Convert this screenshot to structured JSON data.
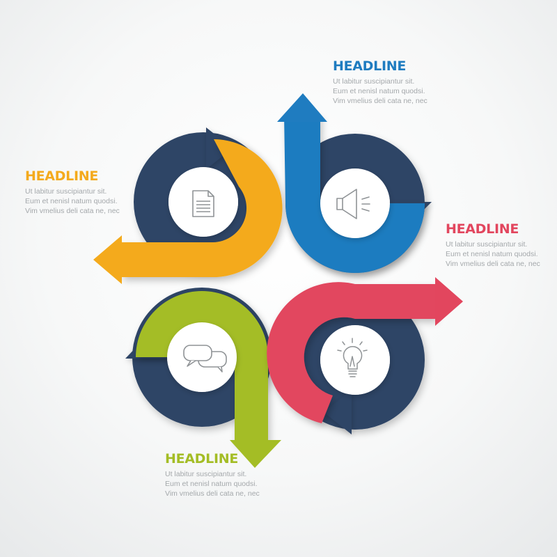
{
  "colors": {
    "navy": "#2e4466",
    "blue": "#1f7cc0",
    "orange": "#f4aa1c",
    "red": "#e2465e",
    "green": "#a4bd25",
    "text_gray": "#a4a8ab",
    "icon_gray": "#8f9396"
  },
  "blocks": {
    "top": {
      "headline": "HEADLINE",
      "lines": [
        "Ut labitur suscipiantur sit.",
        "Eum et nenisl natum quodsi.",
        "Vim vmelius deli cata ne, nec"
      ],
      "icon": "speaker-icon"
    },
    "left": {
      "headline": "HEADLINE",
      "lines": [
        "Ut labitur suscipiantur sit.",
        "Eum et nenisl natum quodsi.",
        "Vim vmelius deli cata ne, nec"
      ],
      "icon": "document-icon"
    },
    "right": {
      "headline": "HEADLINE",
      "lines": [
        "Ut labitur suscipiantur sit.",
        "Eum et nenisl natum quodsi.",
        "Vim vmelius deli cata ne, nec"
      ],
      "icon": "lightbulb-icon"
    },
    "bottom": {
      "headline": "HEADLINE",
      "lines": [
        "Ut labitur suscipiantur sit.",
        "Eum et nenisl natum quodsi.",
        "Vim vmelius deli cata ne, nec"
      ],
      "icon": "chat-bubbles-icon"
    }
  }
}
